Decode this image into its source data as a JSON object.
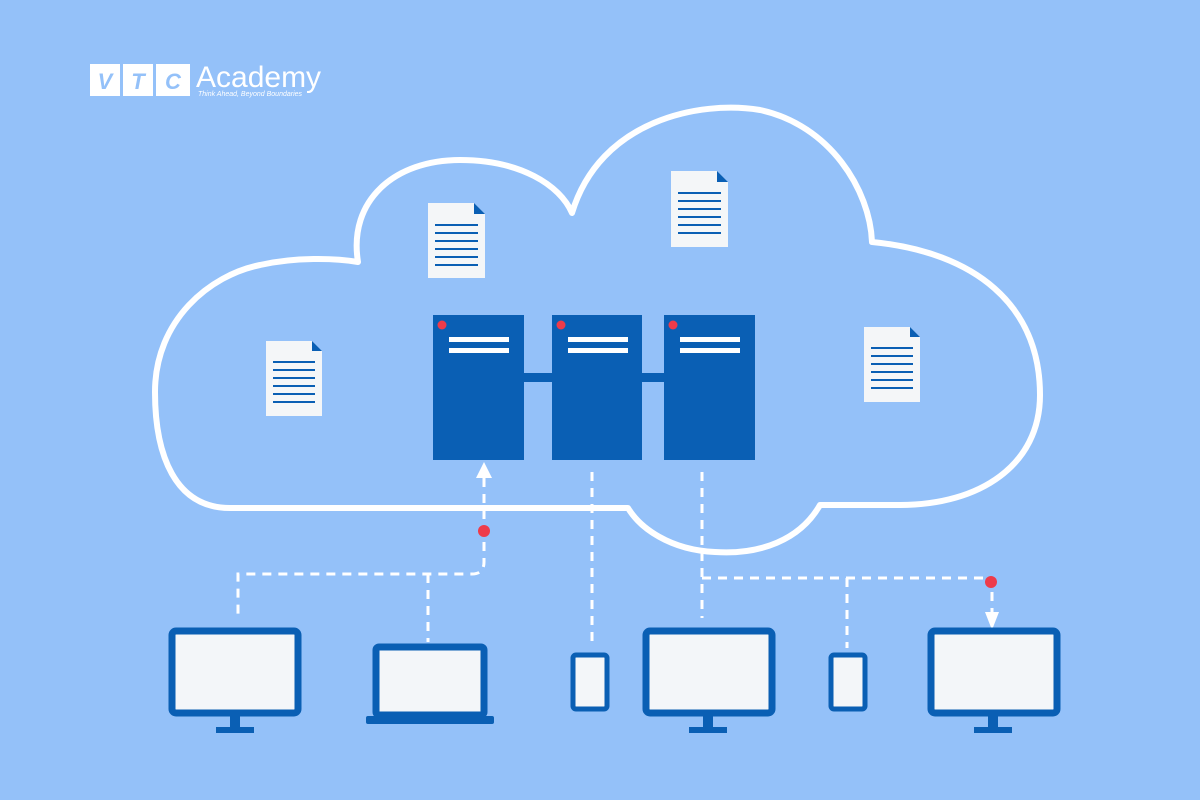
{
  "logo": {
    "letters": [
      "V",
      "T",
      "C"
    ],
    "word": "Academy",
    "tagline": "Think Ahead, Beyond Boundaries"
  },
  "colors": {
    "background": "#94c1f9",
    "cloud_outline": "#ffffff",
    "server": "#0a5fb4",
    "server_stripe": "#ffffff",
    "indicator": "#ee3b4a",
    "device_frame": "#0a5fb4",
    "device_screen": "#f3f6f9",
    "document": "#f4f6f8",
    "document_lines": "#0a5fb4",
    "connector": "#ffffff"
  },
  "icons": {
    "cloud": "cloud-outline-icon",
    "document": "document-icon",
    "server": "server-rack-icon",
    "monitor": "desktop-monitor-icon",
    "laptop": "laptop-icon",
    "phone": "smartphone-icon"
  }
}
